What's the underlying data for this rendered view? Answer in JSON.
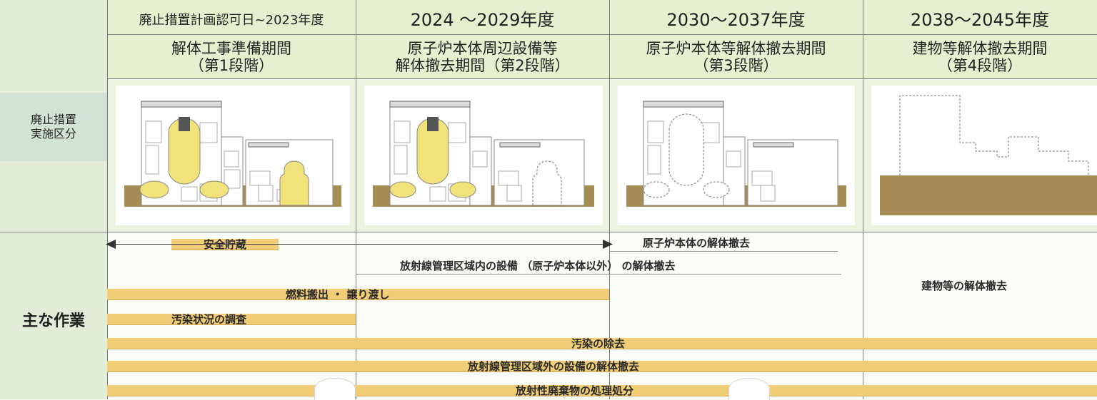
{
  "periods": [
    {
      "years": "廃止措置計画認可日~2023年度",
      "phase_line1": "解体工事準備期間",
      "phase_line2": "（第1段階）"
    },
    {
      "years": "2024 〜2029年度",
      "phase_line1": "原子炉本体周辺設備等",
      "phase_line2": "解体撤去期間（第2段階）"
    },
    {
      "years": "2030〜2037年度",
      "phase_line1": "原子炉本体等解体撤去期間",
      "phase_line2": "（第3段階）"
    },
    {
      "years": "2038〜2045年度",
      "phase_line1": "建物等解体撤去期間",
      "phase_line2": "（第4段階）"
    }
  ],
  "row_labels": {
    "category": "廃止措置\n実施区分",
    "main_work": "主な作業"
  },
  "tasks": {
    "safe_storage": "安全貯蔵",
    "reactor_dismantle": "原子炉本体の解体撤去",
    "controlled_area_equipment": "放射線管理区域内の設備 （原子炉本体以外） の解体撤去",
    "building_dismantle": "建物等の解体撤去",
    "fuel_transfer": "燃料搬出 ・ 譲り渡し",
    "contamination_survey": "汚染状況の調査",
    "decontamination": "汚染の除去",
    "outside_controlled_area": "放射線管理区域外の設備の解体撤去",
    "radioactive_waste": "放射性廃棄物の処理処分"
  },
  "colors": {
    "task_bar": "#f1cd76",
    "highlight": "#f2e27a",
    "ground": "#a68d55",
    "left_column": "#e3ecd6",
    "left_category": "#d0e3d4",
    "header": "#e6f0cf"
  }
}
